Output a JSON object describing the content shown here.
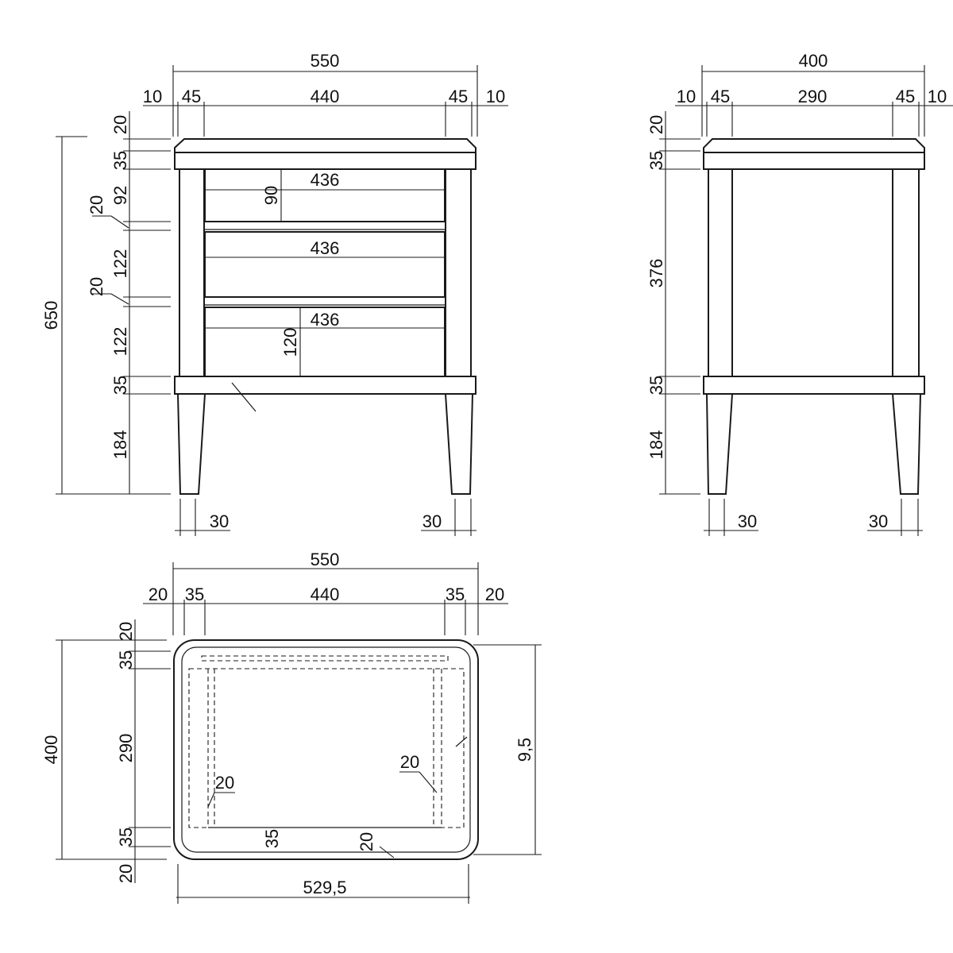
{
  "front_view": {
    "overall_width": "550",
    "top_offsets": [
      "10",
      "45",
      "440",
      "45",
      "10"
    ],
    "overall_height": "650",
    "vertical_segments": [
      "20",
      "35",
      "92",
      "122",
      "122",
      "35",
      "184"
    ],
    "gap_labels": [
      "20",
      "20"
    ],
    "drawer_widths": [
      "436",
      "436",
      "436"
    ],
    "drawer_heights": [
      "90",
      "120"
    ],
    "leg_widths": [
      "30",
      "30"
    ]
  },
  "side_view": {
    "overall_width": "400",
    "top_offsets": [
      "10",
      "45",
      "290",
      "45",
      "10"
    ],
    "vertical_segments": [
      "20",
      "35",
      "376",
      "35",
      "184"
    ],
    "leg_widths": [
      "30",
      "30"
    ]
  },
  "top_view": {
    "overall_width": "550",
    "top_offsets": [
      "20",
      "35",
      "440",
      "35",
      "20"
    ],
    "overall_depth": "400",
    "vertical_segments": [
      "20",
      "35",
      "290",
      "35",
      "20"
    ],
    "right_dim": "9,5",
    "inner_labels": [
      "20",
      "20",
      "35",
      "20"
    ],
    "bottom_width": "529,5"
  }
}
